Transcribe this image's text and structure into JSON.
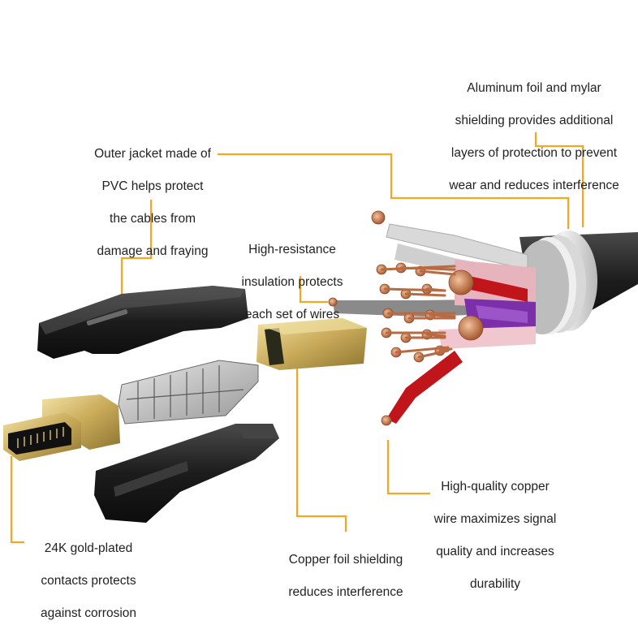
{
  "colors": {
    "leader": "#F5A623",
    "copper": "#C8734A",
    "purple": "#7B2FA8",
    "red": "#C0151A",
    "gold": "#D9C27A",
    "jacket": "#1E1E1E"
  },
  "callouts": {
    "aluminum": [
      "Aluminum foil and mylar",
      "shielding provides additional",
      "layers of protection to prevent",
      "wear and reduces interference"
    ],
    "outer_jacket": [
      "Outer jacket made of",
      "PVC helps protect",
      "the cables from",
      "damage and fraying"
    ],
    "insulation": [
      "High-resistance",
      "insulation protects",
      "each set of wires"
    ],
    "copper_wire": [
      "High-quality copper",
      "wire maximizes signal",
      "quality and increases",
      "durability"
    ],
    "copper_foil": [
      "Copper foil shielding",
      "reduces interference"
    ],
    "gold_contacts": [
      "24K gold-plated",
      "contacts protects",
      "against corrosion"
    ]
  }
}
